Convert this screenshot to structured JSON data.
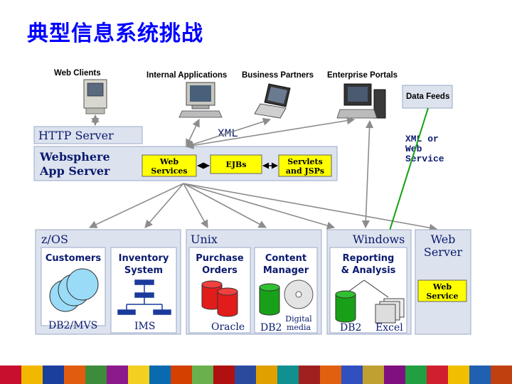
{
  "title": "典型信息系统挑战",
  "clients": {
    "web_clients": "Web Clients",
    "internal_applications": "Internal Applications",
    "business_partners": "Business Partners",
    "enterprise_portals": "Enterprise Portals",
    "data_feeds": "Data Feeds"
  },
  "middle": {
    "http_server": "HTTP Server",
    "xml": "XML",
    "xml_or_web_service": [
      "XML or",
      "Web",
      "Service"
    ],
    "websphere": [
      "Websphere",
      "App Server"
    ],
    "web_services": [
      "Web",
      "Services"
    ],
    "ejbs": "EJBs",
    "servlets": [
      "Servlets",
      "and JSPs"
    ]
  },
  "zos": {
    "title": "z/OS",
    "customers": "Customers",
    "inventory": [
      "Inventory",
      "System"
    ],
    "db2mvs": "DB2/MVS",
    "ims": "IMS"
  },
  "unix": {
    "title": "Unix",
    "purchase": [
      "Purchase",
      "Orders"
    ],
    "content": [
      "Content",
      "Manager"
    ],
    "oracle": "Oracle",
    "db2": "DB2",
    "digital_media": [
      "Digital",
      "media"
    ]
  },
  "windows": {
    "title": "Windows",
    "reporting": [
      "Reporting",
      "& Analysis"
    ],
    "db2": "DB2",
    "excel": "Excel"
  },
  "webserver": {
    "title": [
      "Web",
      "Server"
    ],
    "web_service": [
      "Web",
      "Service"
    ]
  },
  "colors": {
    "title": "#0000ff",
    "panel": "#dde3ee",
    "panel_border": "#9aa8c8",
    "header_text": "#0a1a6e",
    "yellow_box": "#ffff00",
    "cyan": "#9adcf8",
    "red": "#e21b1b",
    "green": "#18a018",
    "data_feed_line": "#11a011",
    "arrow": "#8c8c8c"
  },
  "footer_colors": [
    "#c8102e",
    "#f2b800",
    "#1b3f9c",
    "#e25c10",
    "#3c8c3c",
    "#8c1a8c",
    "#f2d020",
    "#0a6ab0",
    "#d44000",
    "#6ab04c",
    "#b01010",
    "#2a4aa0",
    "#e0a000",
    "#109090",
    "#a02020",
    "#e06010",
    "#3050c0",
    "#c0a030",
    "#801080",
    "#20a040",
    "#d02030",
    "#f0c000",
    "#2060b0",
    "#c04010"
  ]
}
